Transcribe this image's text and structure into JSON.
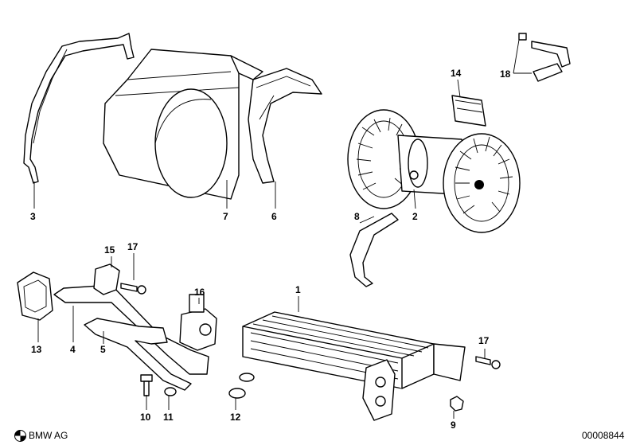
{
  "callouts": [
    "1",
    "2",
    "3",
    "4",
    "5",
    "6",
    "7",
    "8",
    "9",
    "10",
    "11",
    "12",
    "13",
    "14",
    "15",
    "16",
    "17",
    "17",
    "18"
  ],
  "footer": {
    "brand": "BMW AG",
    "document_number": "00008844"
  }
}
